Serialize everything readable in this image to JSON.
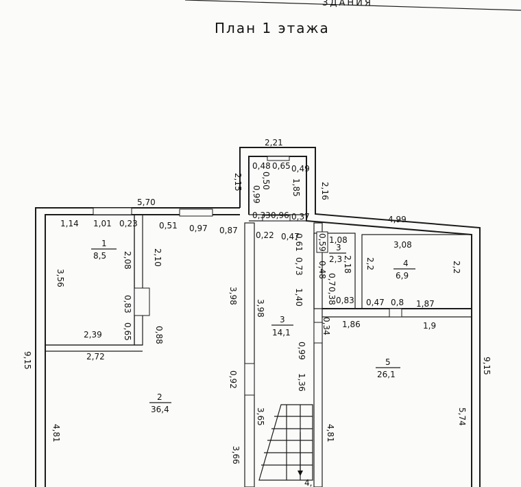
{
  "header_text": "ЗДАНИЯ",
  "title": "План 1 этажа",
  "rooms": {
    "r1": {
      "number": "1",
      "area": "8,5"
    },
    "r2": {
      "number": "2",
      "area": "36,4"
    },
    "r3": {
      "number": "3",
      "area": "14,1"
    },
    "r3b": {
      "number": "3",
      "area": "2,3"
    },
    "r4": {
      "number": "4",
      "area": "6,9"
    },
    "r5": {
      "number": "5",
      "area": "26,1"
    }
  },
  "dims": {
    "d_2_21": "2,21",
    "d_2_15": "2,15",
    "d_2_16": "2,16",
    "d_0_48": "0,48",
    "d_0_65": "0,65",
    "d_0_49": "0,49",
    "d_0_50": "0,50",
    "d_1_85": "1,85",
    "d_0_99": "0,99",
    "d_0_33": "0,33",
    "d_0_96": "0,96",
    "d_0_37": "0,37",
    "d_5_70": "5,70",
    "d_4_99": "4,99",
    "d_1_14": "1,14",
    "d_1_01": "1,01",
    "d_0_23": "0,23",
    "d_0_51": "0,51",
    "d_0_97": "0,97",
    "d_0_87": "0,87",
    "d_0_22": "0,22",
    "d_0_47": "0,47",
    "d_0_61": "0,61",
    "d_0_59": "0,59",
    "d_0_73": "0,73",
    "d_1_08": "1,08",
    "d_2_18": "2,18",
    "d_0_48b": "0,48",
    "d_0_7": "0,7",
    "d_0_38": "0,38",
    "d_0_83b": "0,83",
    "d_1_40": "1,40",
    "d_3_08": "3,08",
    "d_2_2a": "2,2",
    "d_2_2b": "2,2",
    "d_0_47b": "0,47",
    "d_0_8": "0,8",
    "d_1_87": "1,87",
    "d_1_86": "1,86",
    "d_1_9": "1,9",
    "d_0_34": "0,34",
    "d_0_99b": "0,99",
    "d_1_36": "1,36",
    "d_4_81r": "4,81",
    "d_5_74": "5,74",
    "d_9_15l": "9,15",
    "d_9_15r": "9,15",
    "d_3_56": "3,56",
    "d_2_08": "2,08",
    "d_2_10": "2,10",
    "d_0_83": "0,83",
    "d_0_65b": "0,65",
    "d_0_88": "0,88",
    "d_2_39": "2,39",
    "d_2_72": "2,72",
    "d_3_98a": "3,98",
    "d_3_98b": "3,98",
    "d_0_92": "0,92",
    "d_3_65": "3,65",
    "d_3_66": "3,66",
    "d_4_81l": "4,81",
    "d_4_x": "4,"
  }
}
